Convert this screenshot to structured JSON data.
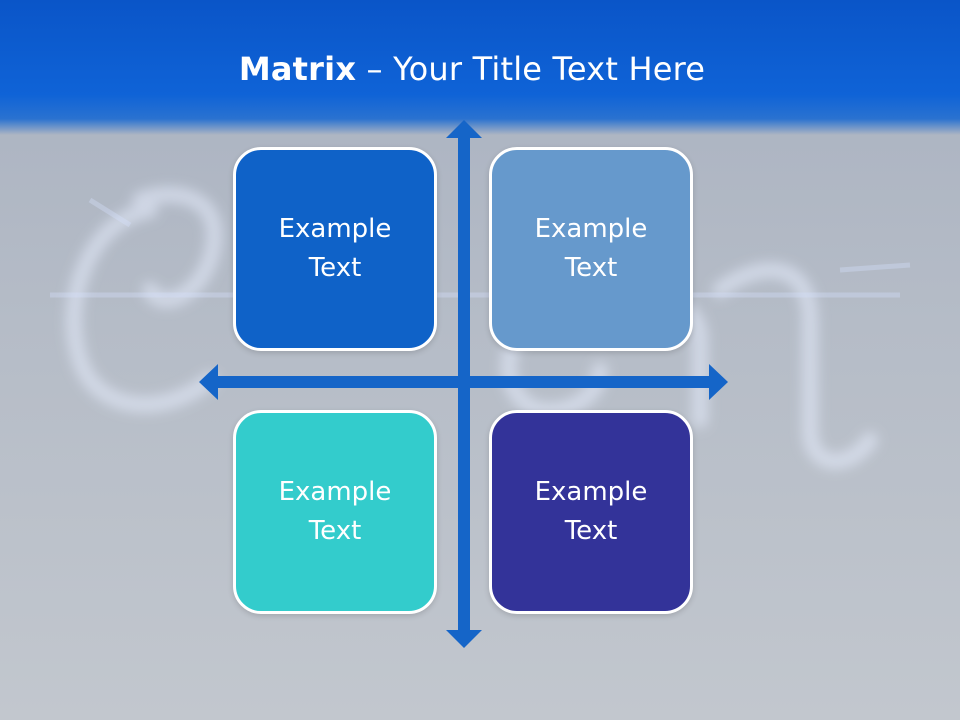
{
  "slide": {
    "title_bold": "Matrix",
    "title_rest": " – Your Title Text Here"
  },
  "colors": {
    "header": "#0f63d7",
    "arrow": "#1565c8",
    "quadrant_top_left": "#0f62c8",
    "quadrant_top_right": "#6699cc",
    "quadrant_bottom_left": "#33cccc",
    "quadrant_bottom_right": "#333399"
  },
  "quadrants": [
    {
      "id": "top-left",
      "text": "Example Text"
    },
    {
      "id": "top-right",
      "text": "Example Text"
    },
    {
      "id": "bottom-left",
      "text": "Example Text"
    },
    {
      "id": "bottom-right",
      "text": "Example Text"
    }
  ]
}
